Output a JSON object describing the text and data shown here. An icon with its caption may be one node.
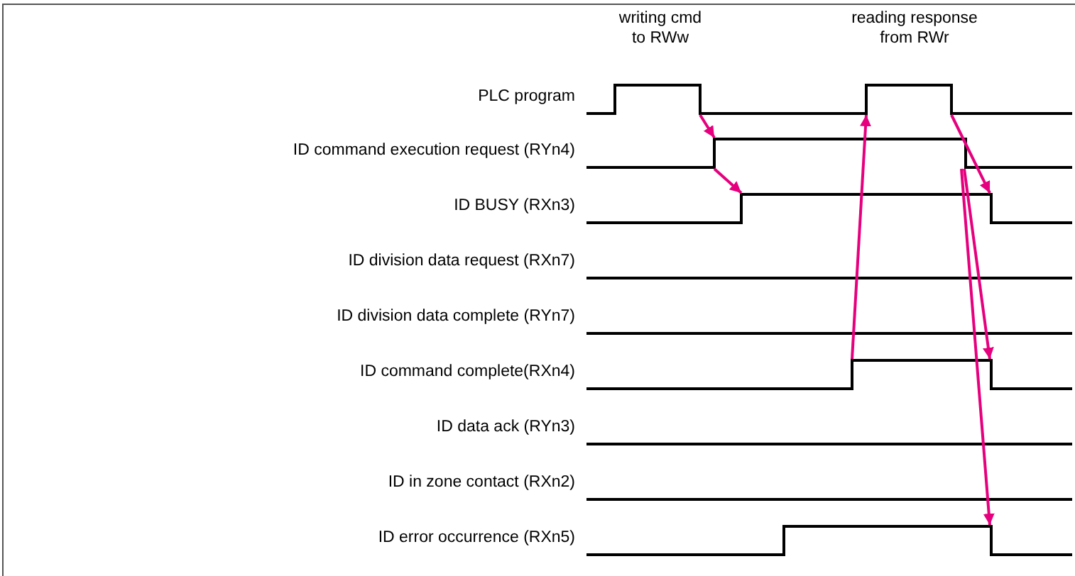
{
  "diagram": {
    "nodes": [
      {
        "text": [
          "PLC program"
        ]
      },
      {
        "text": [
          "ID command execution request (RYn4)"
        ]
      },
      {
        "text": [
          "ID BUSY (RXn3)"
        ]
      },
      {
        "text": [
          "ID division data request (RXn7)"
        ]
      },
      {
        "text": [
          "ID division data complete (RYn7)"
        ]
      },
      {
        "text": [
          "ID command complete(RXn4)"
        ]
      },
      {
        "text": [
          "ID data ack (RYn3)"
        ]
      },
      {
        "text": [
          "ID in zone contact (RXn2)"
        ]
      },
      {
        "text": [
          "ID error occurrence (RXn5)"
        ]
      }
    ],
    "edges": [
      {
        "from": 0,
        "to": 1,
        "arrow": "to"
      },
      {
        "from": 1,
        "to": 2,
        "arrow": "to"
      },
      {
        "from": 5,
        "to": 0,
        "arrow": "to"
      },
      {
        "from": 0,
        "to": 2,
        "arrow": "to"
      },
      {
        "from": 1,
        "to": 5,
        "arrow": "to"
      },
      {
        "from": 1,
        "to": 8,
        "arrow": "to"
      }
    ],
    "labels": [
      "writing cmd to RWw",
      "reading response from RWr"
    ]
  }
}
